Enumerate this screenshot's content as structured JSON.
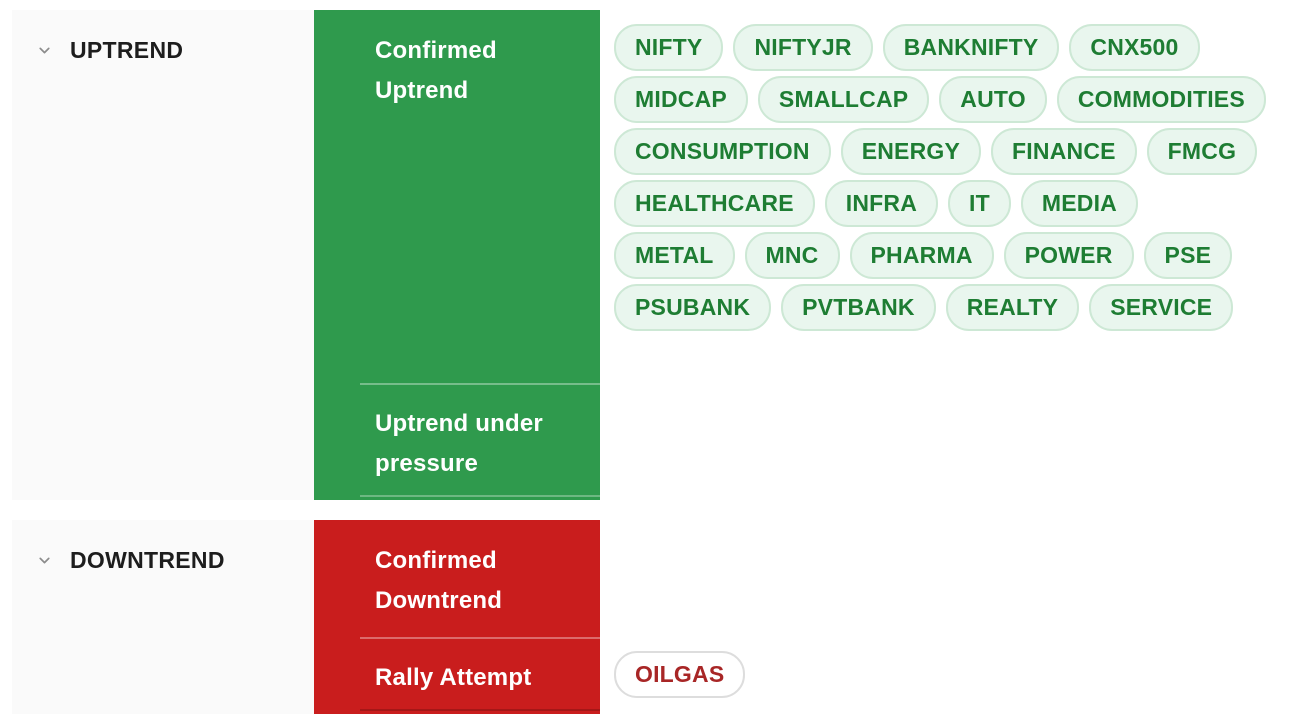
{
  "title": "Market trend classification panel",
  "icons": {
    "collapse_icon": "chevron-down"
  },
  "colors": {
    "uptrend": "#2f9a4d",
    "downtrend": "#c91d1d",
    "header_bg": "#fafafa",
    "header_text": "#1d1d1d",
    "chip_up_bg": "#e9f6ee",
    "chip_up_border": "#cde8d5",
    "chip_up_text": "#1e7d33",
    "chip_down_bg": "#ffffff",
    "chip_down_border": "#dddddd",
    "chip_down_text": "#a82626",
    "chevron": "#8c8c8c"
  },
  "sections": [
    {
      "id": "uptrend",
      "label": "UPTREND",
      "tone": "up",
      "rows": [
        {
          "label": "Confirmed Uptrend",
          "chips": [
            "NIFTY",
            "NIFTYJR",
            "BANKNIFTY",
            "CNX500",
            "MIDCAP",
            "SMALLCAP",
            "AUTO",
            "COMMODITIES",
            "CONSUMPTION",
            "ENERGY",
            "FINANCE",
            "FMCG",
            "HEALTHCARE",
            "INFRA",
            "IT",
            "MEDIA",
            "METAL",
            "MNC",
            "PHARMA",
            "POWER",
            "PSE",
            "PSUBANK",
            "PVTBANK",
            "REALTY",
            "SERVICE"
          ]
        },
        {
          "label": "Uptrend under pressure",
          "chips": []
        }
      ]
    },
    {
      "id": "downtrend",
      "label": "DOWNTREND",
      "tone": "down",
      "rows": [
        {
          "label": "Confirmed Downtrend",
          "chips": []
        },
        {
          "label": "Rally Attempt",
          "chips": [
            "OILGAS"
          ]
        }
      ]
    }
  ]
}
